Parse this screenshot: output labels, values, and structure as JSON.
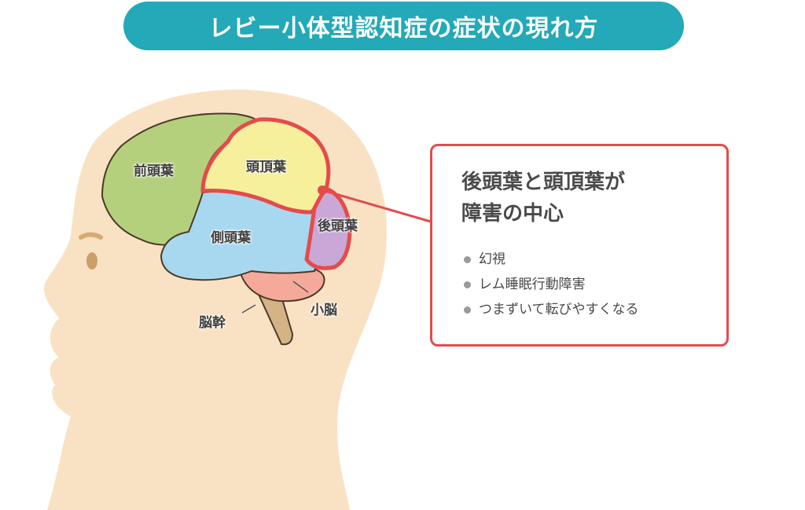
{
  "title": "レビー小体型認知症の症状の現れ方",
  "colors": {
    "banner": "#23a9b8",
    "highlight_red": "#e54b4b",
    "skin": "#f9e2c4",
    "frontal": "#b5d07c",
    "parietal": "#f6ef9c",
    "temporal": "#a8d8ef",
    "occipital": "#c9a7d6",
    "cerebellum": "#f5a99a",
    "brainstem": "#d4b384"
  },
  "brain_labels": {
    "frontal": "前頭葉",
    "parietal": "頭頂葉",
    "temporal": "側頭葉",
    "occipital": "後頭葉",
    "cerebellum": "小脳",
    "brainstem": "脳幹"
  },
  "info_box": {
    "heading_line1": "後頭葉と頭頂葉が",
    "heading_line2": "障害の中心",
    "symptoms": [
      "幻視",
      "レム睡眠行動障害",
      "つまずいて転びやすくなる"
    ]
  }
}
